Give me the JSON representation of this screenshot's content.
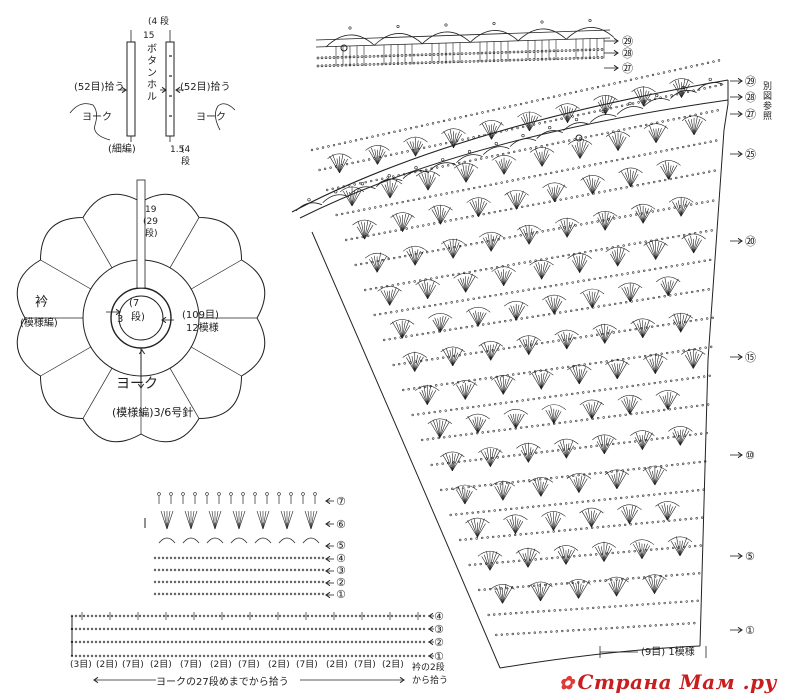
{
  "band": {
    "top_labels": [
      "(4",
      "段",
      "15",
      "ボ",
      "タ",
      "ン",
      "ホ",
      "ル"
    ],
    "left_pick": "(52目)拾う",
    "right_pick": "(52目)拾う",
    "yoke_left": "ヨーク",
    "yoke_right": "ヨーク",
    "fine_knit": "(細編)",
    "bottom_a": "1.5",
    "bottom_b": "(4",
    "bottom_c": "段"
  },
  "yoke": {
    "top_rows": [
      "19",
      "(29",
      "段)"
    ],
    "center_rows": [
      "(7",
      "段)"
    ],
    "left_title": "衿",
    "left_sub": "(模様編)",
    "right_rows": "(109目)",
    "right_repeat": "12模様",
    "three": "3",
    "bottom_title": "ヨーク",
    "bottom_sub": "(模様編)3/6号針"
  },
  "collar": {
    "row_markers": [
      "㉙",
      "㉘",
      "㉗"
    ]
  },
  "main": {
    "row_markers": [
      "㉙",
      "㉘",
      "㉗",
      "㉕",
      "⑳",
      "⑮",
      "⑩",
      "⑤",
      "①"
    ],
    "side_note": "別図参照",
    "repeat_label": "(9目) 1模様"
  },
  "small": {
    "row_markers": [
      "⑦",
      "⑥",
      "⑤",
      "④",
      "③",
      "②",
      "①"
    ]
  },
  "strip": {
    "row_markers": [
      "④",
      "③",
      "②",
      "①"
    ],
    "counts": [
      "(3目)",
      "(2目)",
      "(7目)",
      "(2目)",
      "(7目)",
      "(2目)",
      "(7目)",
      "(2目)",
      "(7目)",
      "(2目)",
      "(7目)",
      "(2目)"
    ],
    "bottom": "ヨークの27段めまでから拾う",
    "side_a": "衿の2段",
    "side_b": "から拾う"
  },
  "watermark": {
    "text": "Страна Мам",
    "suffix": ".ру"
  },
  "colors": {
    "ink": "#222222",
    "watermark": "#c81e1e"
  }
}
